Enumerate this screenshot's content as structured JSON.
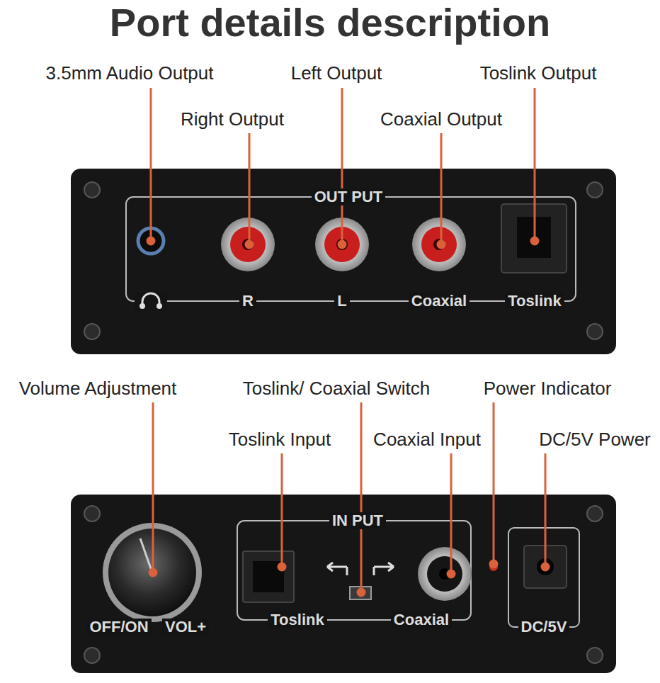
{
  "diagram": {
    "title": "Port details description",
    "labels": [
      "3.5mm Audio Output",
      "Left Output",
      "Toslink Output",
      "Right Output",
      "Coaxial Output",
      "OUT PUT",
      "R",
      "L",
      "Coaxial",
      "Toslink",
      "Volume Adjustment",
      "Toslink/ Coaxial Switch",
      "Power Indicator",
      "Toslink Input",
      "Coaxial Input",
      "DC/5V Power",
      "IN PUT",
      "OFF/ON",
      "VOL+",
      "Toslink",
      "Coaxial",
      "DC/5V"
    ]
  }
}
